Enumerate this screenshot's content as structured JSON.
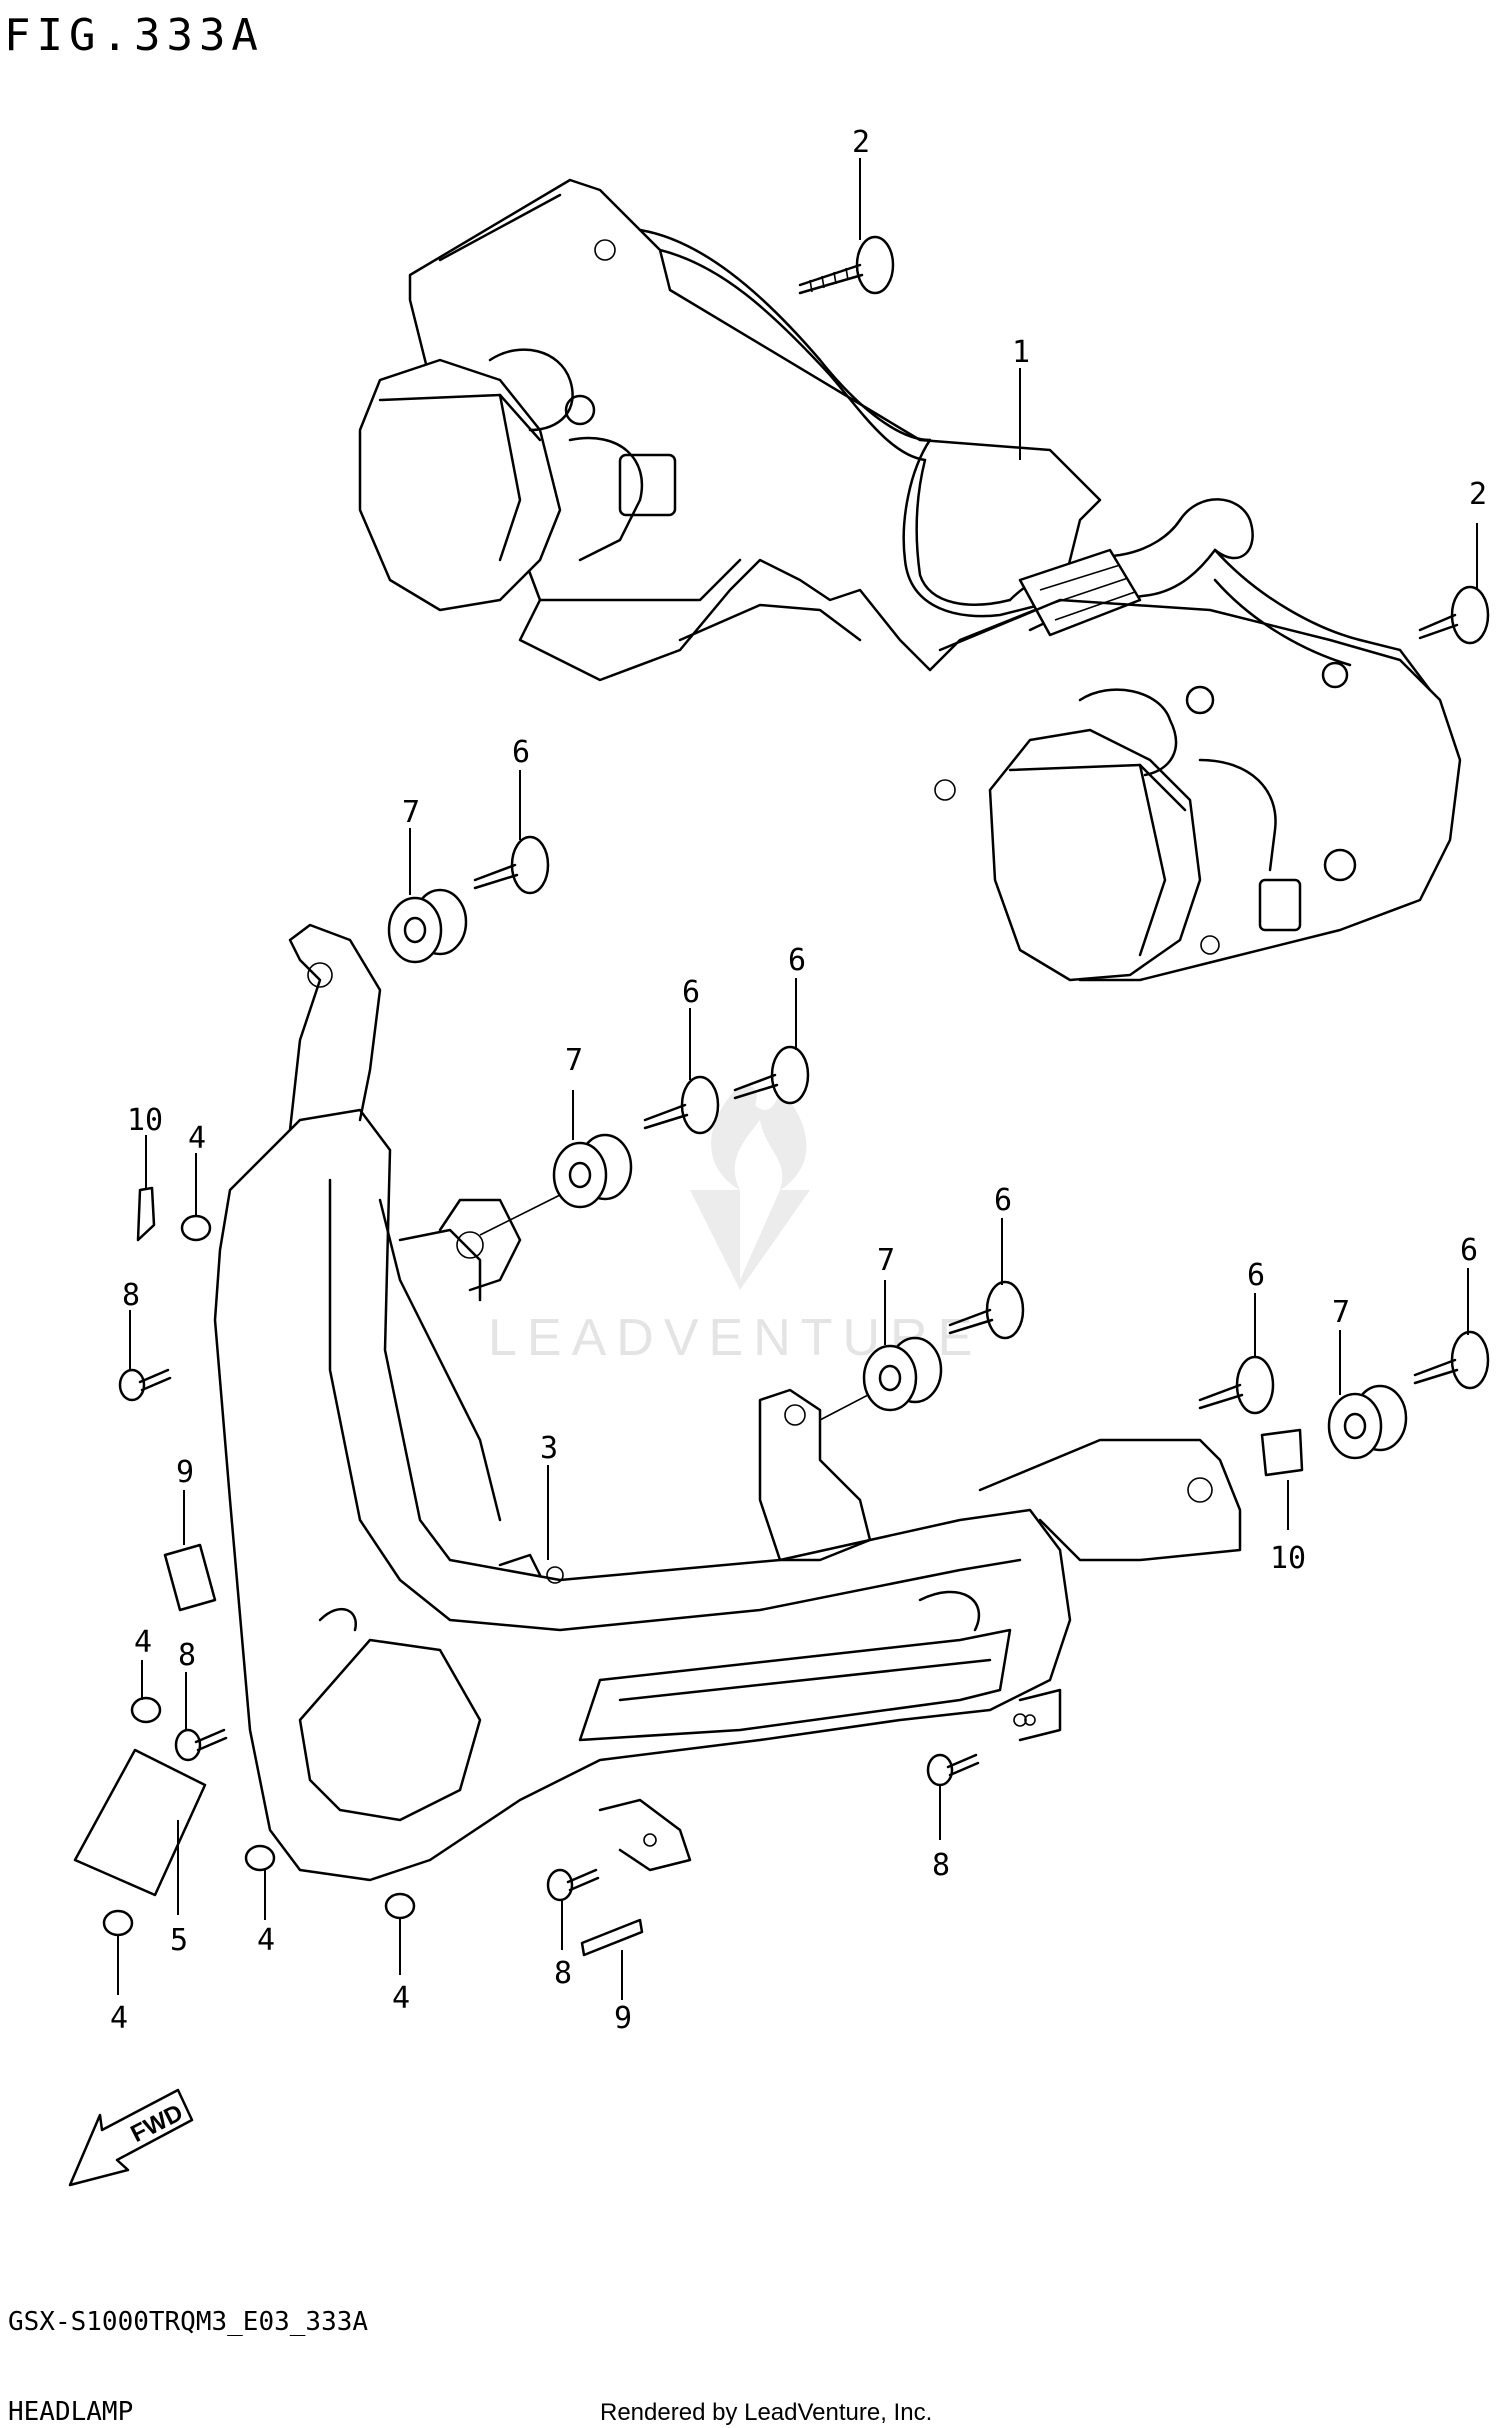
{
  "figure": {
    "title": "FIG.333A"
  },
  "footer": {
    "model_code": "GSX-S1000TRQM3_E03_333A",
    "section_name": "HEADLAMP",
    "rendered_by": "Rendered by LeadVenture, Inc."
  },
  "watermark": {
    "text": "LEADVENTURE"
  },
  "fwd_arrow": {
    "label": "FWD"
  },
  "callouts": {
    "c1": "1",
    "c2a": "2",
    "c2b": "2",
    "c3": "3",
    "c4a": "4",
    "c4b": "4",
    "c4c": "4",
    "c4d": "4",
    "c4e": "4",
    "c5": "5",
    "c6a": "6",
    "c6b": "6",
    "c6c": "6",
    "c6d": "6",
    "c6e": "6",
    "c6f": "6",
    "c7a": "7",
    "c7b": "7",
    "c7c": "7",
    "c7d": "7",
    "c8a": "8",
    "c8b": "8",
    "c8c": "8",
    "c8d": "8",
    "c9a": "9",
    "c9b": "9",
    "c10a": "10",
    "c10b": "10"
  }
}
